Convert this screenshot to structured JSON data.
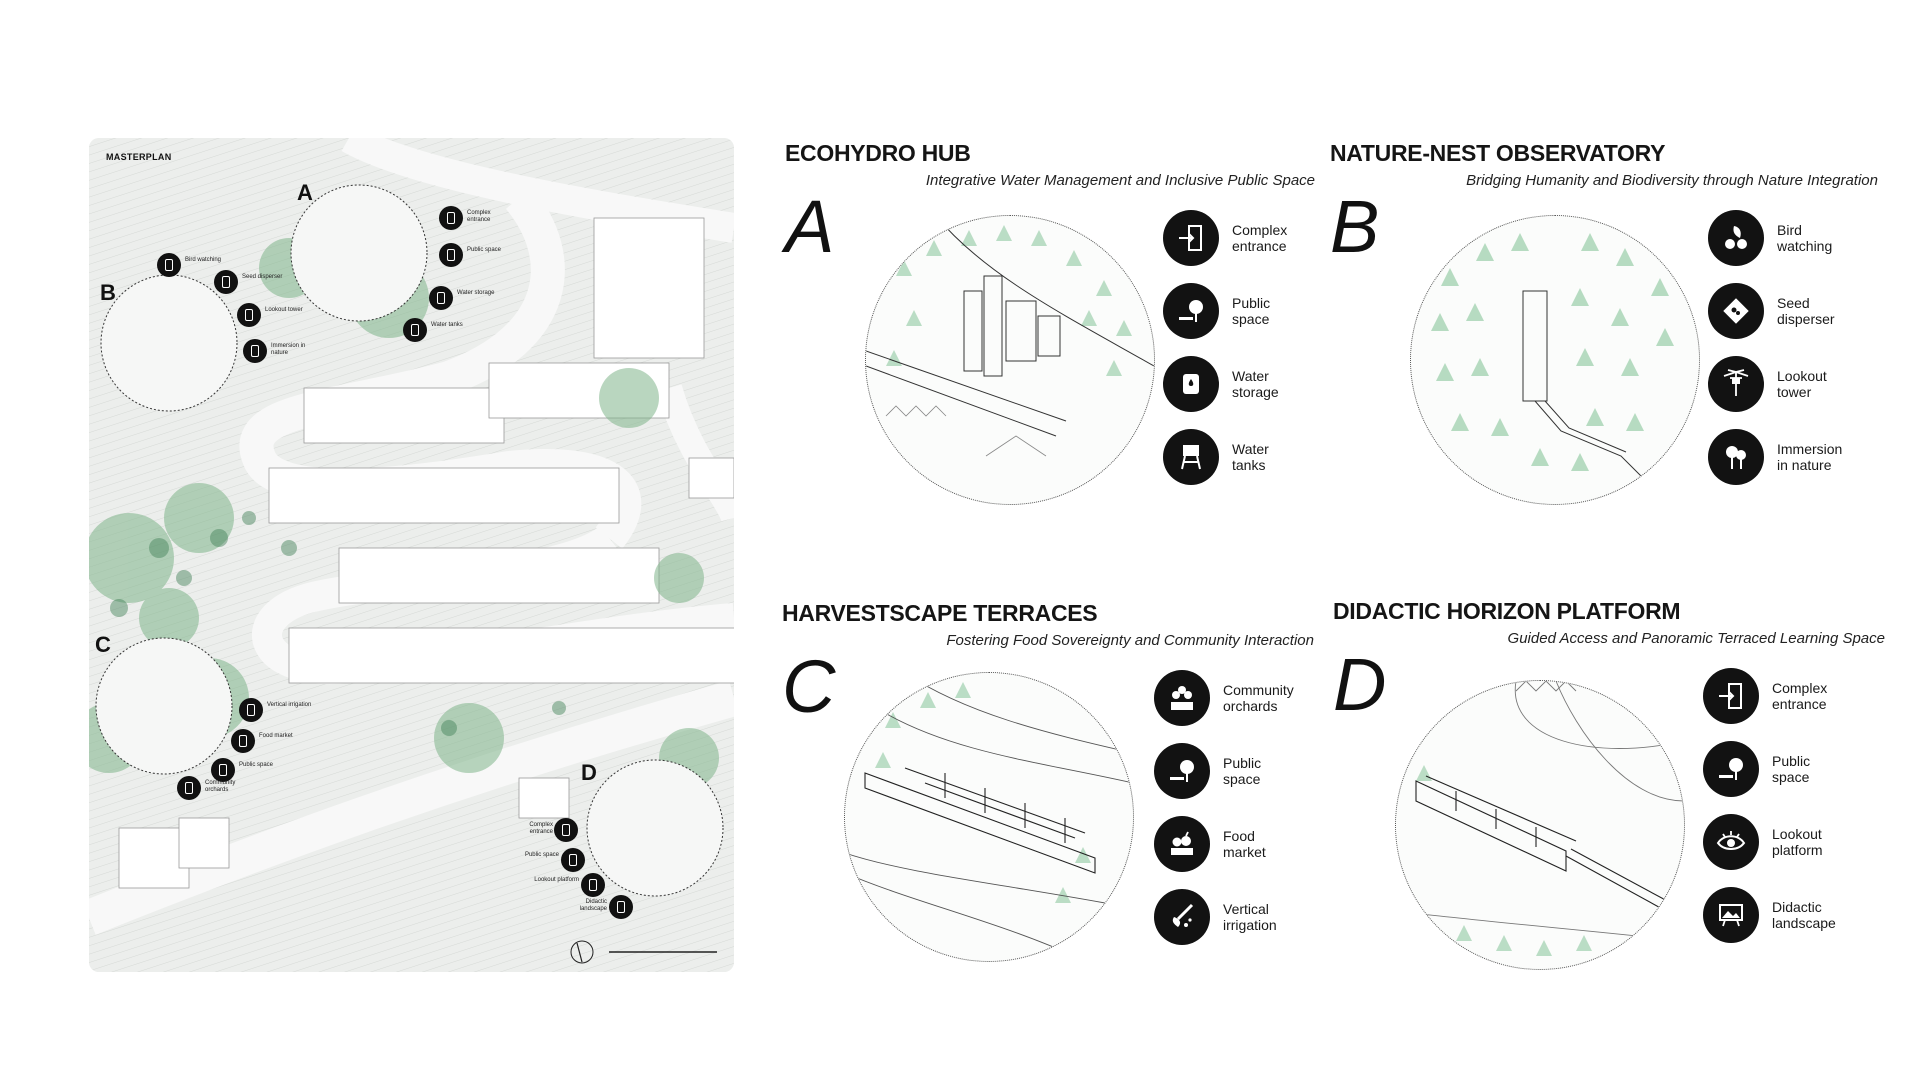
{
  "masterplan": {
    "title": "MASTERPLAN",
    "letters": [
      "A",
      "B",
      "C",
      "D"
    ]
  },
  "panels": [
    {
      "id": "A",
      "letter": "A",
      "title": "ECOHYDRO HUB",
      "subtitle": "Integrative Water Management  and Inclusive Public Space",
      "legend": [
        {
          "icon": "door-entrance-icon",
          "label": "Complex\nentrance"
        },
        {
          "icon": "tree-bench-icon",
          "label": "Public\nspace"
        },
        {
          "icon": "water-tank-drop-icon",
          "label": "Water\nstorage"
        },
        {
          "icon": "water-tower-icon",
          "label": "Water\ntanks"
        }
      ]
    },
    {
      "id": "B",
      "letter": "B",
      "title": "NATURE-NEST OBSERVATORY",
      "subtitle": "Bridging Humanity and Biodiversity through Nature Integration",
      "legend": [
        {
          "icon": "bird-binoculars-icon",
          "label": "Bird\nwatching"
        },
        {
          "icon": "seed-disperser-icon",
          "label": "Seed\ndisperser"
        },
        {
          "icon": "lookout-tower-icon",
          "label": "Lookout\ntower"
        },
        {
          "icon": "forest-immersion-icon",
          "label": "Immersion\nin nature"
        }
      ]
    },
    {
      "id": "C",
      "letter": "C",
      "title": "HARVESTSCAPE TERRACES",
      "subtitle": "Fostering Food Sovereignty and Community Interaction",
      "legend": [
        {
          "icon": "community-orchard-icon",
          "label": "Community\norchards"
        },
        {
          "icon": "tree-bench-icon",
          "label": "Public\nspace"
        },
        {
          "icon": "food-market-icon",
          "label": "Food\nmarket"
        },
        {
          "icon": "vertical-irrigation-icon",
          "label": "Vertical\nirrigation"
        }
      ]
    },
    {
      "id": "D",
      "letter": "D",
      "title": "DIDACTIC HORIZON PLATFORM",
      "subtitle": "Guided Access and Panoramic Terraced Learning Space",
      "legend": [
        {
          "icon": "door-entrance-icon",
          "label": "Complex\nentrance"
        },
        {
          "icon": "tree-bench-icon",
          "label": "Public\nspace"
        },
        {
          "icon": "eye-lookout-icon",
          "label": "Lookout\nplatform"
        },
        {
          "icon": "didactic-landscape-icon",
          "label": "Didactic\nlandscape"
        }
      ]
    }
  ]
}
